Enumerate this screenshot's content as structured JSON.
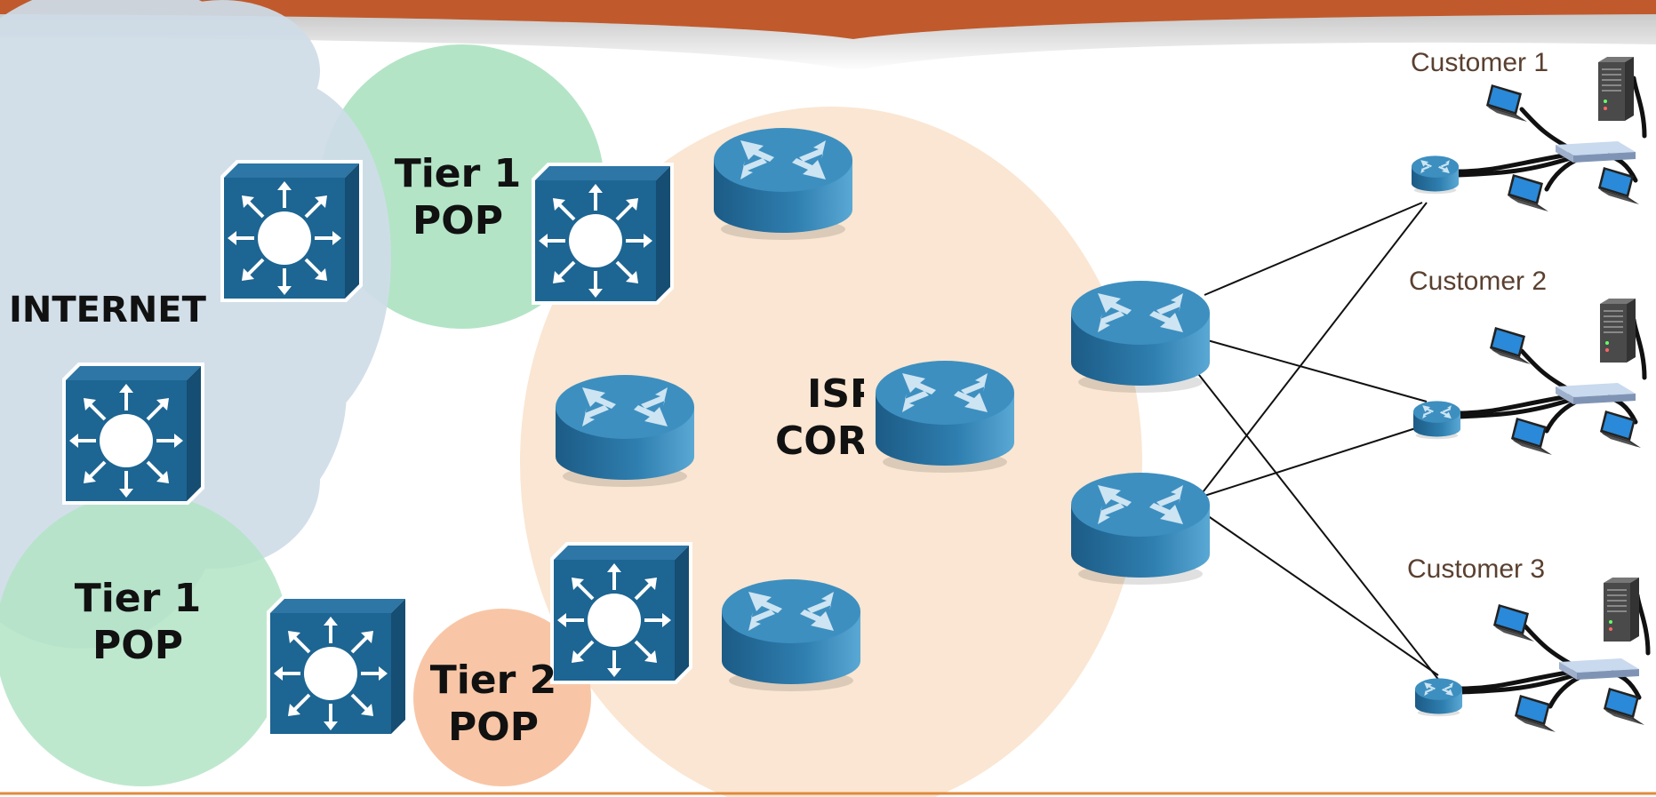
{
  "labels": {
    "internet": "INTERNET",
    "tier1_top": [
      "Tier 1",
      "POP"
    ],
    "tier1_bottom": [
      "Tier 1",
      "POP"
    ],
    "tier2": [
      "Tier 2",
      "POP"
    ],
    "isp_core": [
      "ISP",
      "CORE"
    ]
  },
  "customers": [
    "Customer 1",
    "Customer 2",
    "Customer 3"
  ],
  "colors": {
    "banner": "#c05a2c",
    "internet_cloud": "#cfdde8",
    "tier1_pop": "#b3e4c6",
    "tier2_pop": "#f8c6a6",
    "isp_core": "#fae6d2",
    "device_blue": "#1d6592",
    "router_top": "#3d8fc0",
    "divider": "#e08a3c"
  },
  "icons": {
    "switch": "layer3-switch-icon",
    "router": "router-icon",
    "server": "server-icon",
    "laptop": "laptop-icon",
    "hub": "hub-icon"
  }
}
